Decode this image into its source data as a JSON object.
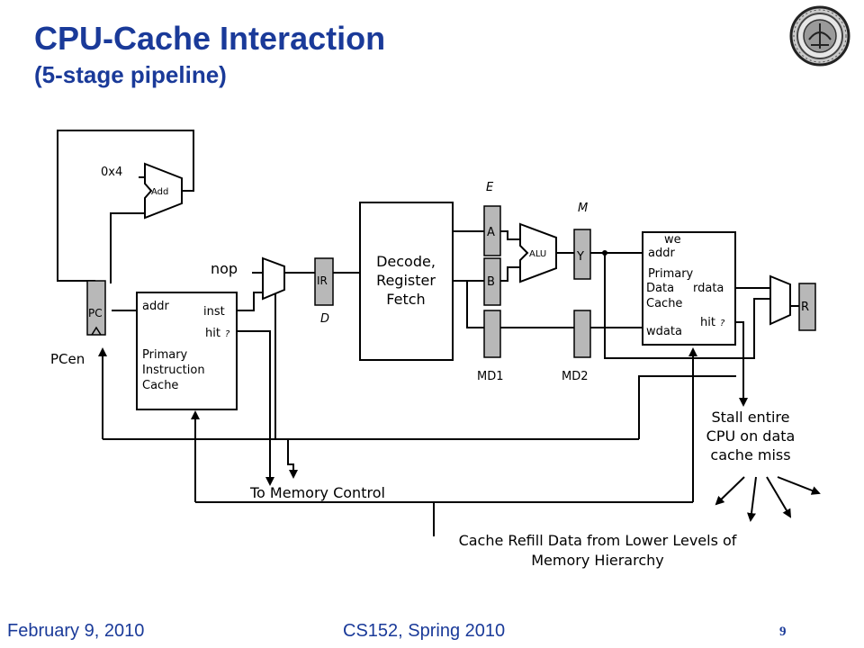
{
  "title": "CPU-Cache Interaction",
  "subtitle": "(5-stage pipeline)",
  "footer": {
    "date": "February 9, 2010",
    "course": "CS152, Spring 2010",
    "page": "9"
  },
  "diagram": {
    "const_label": "0x4",
    "adder_label": "Add",
    "pc_label": "PC",
    "pcen_label": "PCen",
    "nop_label": "nop",
    "icache": {
      "addr": "addr",
      "inst": "inst",
      "hit": "hit",
      "q": "?",
      "name_lines": [
        "Primary",
        "Instruction",
        "Cache"
      ]
    },
    "ir_label": "IR",
    "stage_d": "D",
    "stage_e": "E",
    "stage_m": "M",
    "decode_lines": [
      "Decode,",
      "Register",
      "Fetch"
    ],
    "reg_a": "A",
    "reg_b": "B",
    "alu_label": "ALU",
    "reg_y": "Y",
    "md1_label": "MD1",
    "md2_label": "MD2",
    "dcache": {
      "we": "we",
      "addr": "addr",
      "name_lines": [
        "Primary",
        "Data",
        "Cache"
      ],
      "rdata": "rdata",
      "hit": "hit",
      "q": "?",
      "wdata": "wdata"
    },
    "reg_r": "R",
    "stall_lines": [
      "Stall entire",
      "CPU on data",
      "cache miss"
    ],
    "to_memory": "To Memory Control",
    "refill_lines": [
      "Cache Refill Data from Lower Levels of",
      "Memory Hierarchy"
    ]
  }
}
